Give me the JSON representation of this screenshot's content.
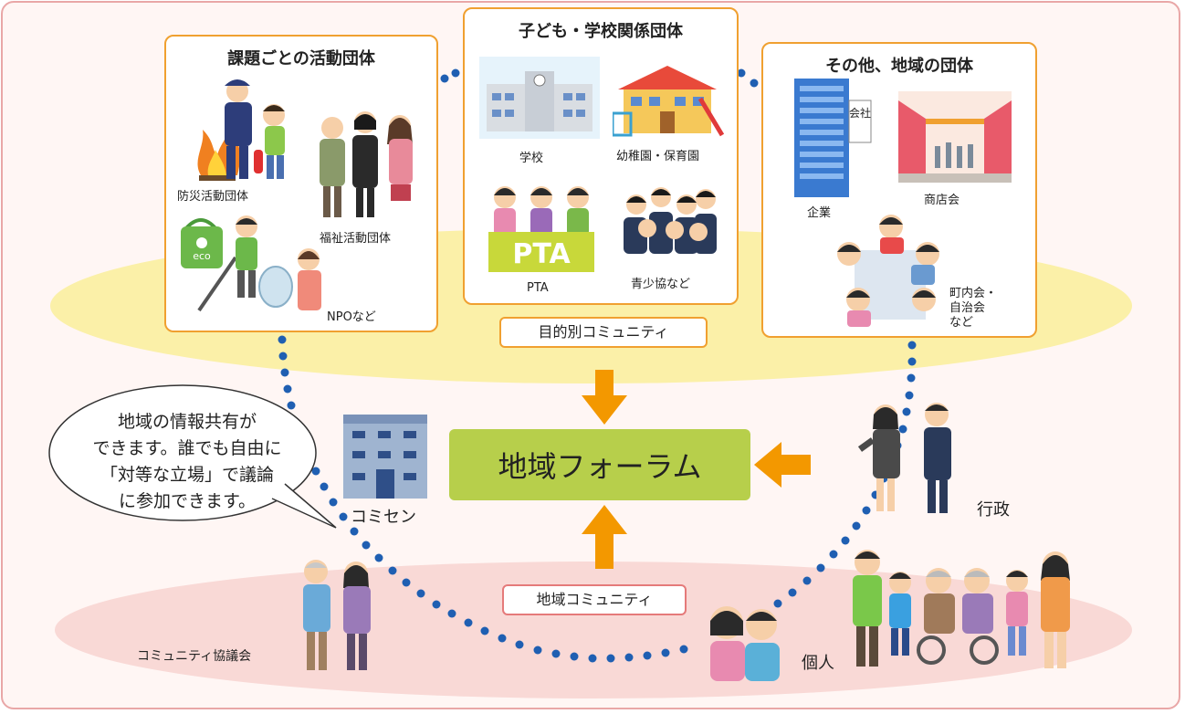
{
  "groups": {
    "issues": {
      "title": "課題ごとの活動団体",
      "items": [
        "防災活動団体",
        "福祉活動団体",
        "NPOなど"
      ]
    },
    "school": {
      "title": "子ども・学校関係団体",
      "items": [
        "学校",
        "幼稚園・保育園",
        "PTA",
        "青少協など"
      ]
    },
    "other": {
      "title": "その他、地域の団体",
      "items": [
        "企業",
        "商店会",
        "町内会・",
        "自治会",
        "など"
      ]
    }
  },
  "labels": {
    "purpose_community": "目的別コミュニティ",
    "local_community": "地域コミュニティ",
    "forum": "地域フォーラム",
    "komisen": "コミセン",
    "gyosei": "行政",
    "kojin": "個人",
    "kyogikai": "コミュニティ協議会",
    "pta_sign": "PTA",
    "eco_bag": "eco",
    "company_sign": "会社"
  },
  "bubble": {
    "lines": [
      "地域の情報共有が",
      "できます。誰でも自由に",
      "「対等な立場」で議論",
      "に参加できます。"
    ]
  },
  "colors": {
    "box_border": "#f0a030",
    "purpose_tag_border": "#f0a030",
    "local_tag_border": "#e57a7a",
    "forum_bg": "#b7cf4b",
    "arrow": "#f39800",
    "dots": "#1f5fb2",
    "yellow_band": "#fbf0a8",
    "pink_band": "#f9d9d6"
  }
}
